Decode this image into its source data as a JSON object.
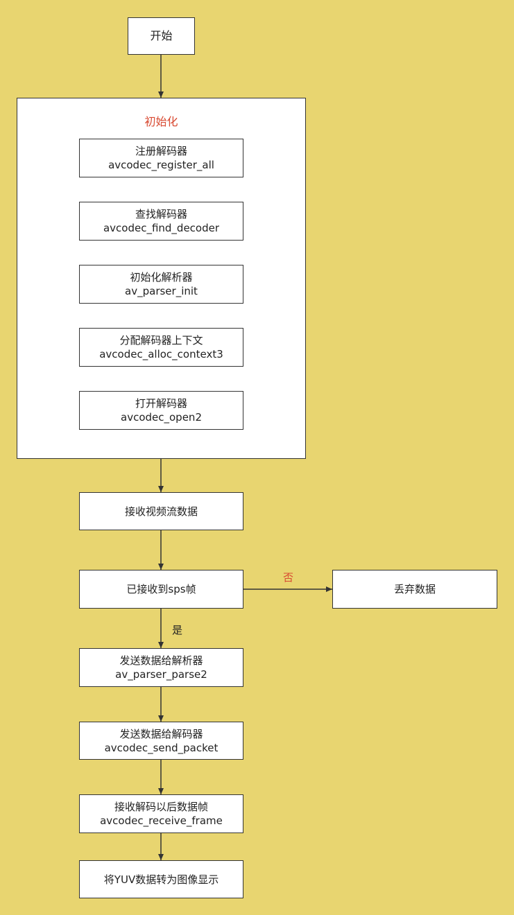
{
  "start": "开始",
  "init_group": {
    "title": "初始化",
    "steps": [
      {
        "line1": "注册解码器",
        "line2": "avcodec_register_all"
      },
      {
        "line1": "查找解码器",
        "line2": "avcodec_find_decoder"
      },
      {
        "line1": "初始化解析器",
        "line2": "av_parser_init"
      },
      {
        "line1": "分配解码器上下文",
        "line2": "avcodec_alloc_context3"
      },
      {
        "line1": "打开解码器",
        "line2": "avcodec_open2"
      }
    ]
  },
  "receive_stream": "接收视频流数据",
  "decision": "已接收到sps帧",
  "decision_no_label": "否",
  "discard": "丢弃数据",
  "decision_yes_label": "是",
  "after_steps": [
    {
      "line1": "发送数据给解析器",
      "line2": "av_parser_parse2"
    },
    {
      "line1": "发送数据给解码器",
      "line2": "avcodec_send_packet"
    },
    {
      "line1": "接收解码以后数据帧",
      "line2": "avcodec_receive_frame"
    }
  ],
  "final": "将YUV数据转为图像显示",
  "colors": {
    "background": "#e8d570",
    "accent": "#d84a32",
    "stroke": "#333333"
  }
}
